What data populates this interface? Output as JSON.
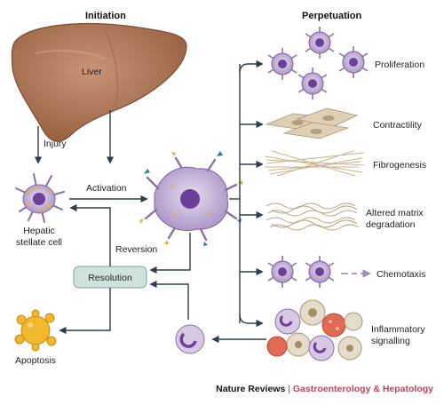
{
  "headings": {
    "initiation": "Initiation",
    "perpetuation": "Perpetuation"
  },
  "labels": {
    "liver": "Liver",
    "injury": "Injury",
    "activation": "Activation",
    "hepatic_stellate_cell_line1": "Hepatic",
    "hepatic_stellate_cell_line2": "stellate cell",
    "reversion": "Reversion",
    "resolution": "Resolution",
    "apoptosis": "Apoptosis"
  },
  "outcomes": [
    {
      "line1": "Proliferation",
      "line2": ""
    },
    {
      "line1": "Contractility",
      "line2": ""
    },
    {
      "line1": "Fibrogenesis",
      "line2": ""
    },
    {
      "line1": "Altered matrix",
      "line2": "degradation"
    },
    {
      "line1": "Chemotaxis",
      "line2": ""
    },
    {
      "line1": "Inflammatory",
      "line2": "signalling"
    }
  ],
  "credit": {
    "publisher": "Nature Reviews",
    "separator": "|",
    "journal": "Gastroenterology & Hepatology"
  },
  "colors": {
    "liver": "#b07a5c",
    "cell_body": "#b8a4cc",
    "cell_nucleus": "#6e3f98",
    "lipid_droplet": "#e2b23c",
    "resolution_box": "#cfe3dc",
    "apoptotic_body": "#f1b72d",
    "fibre": "#d6c4a3",
    "arrow": "#2f3d4c",
    "credit_journal": "#b5475a"
  }
}
